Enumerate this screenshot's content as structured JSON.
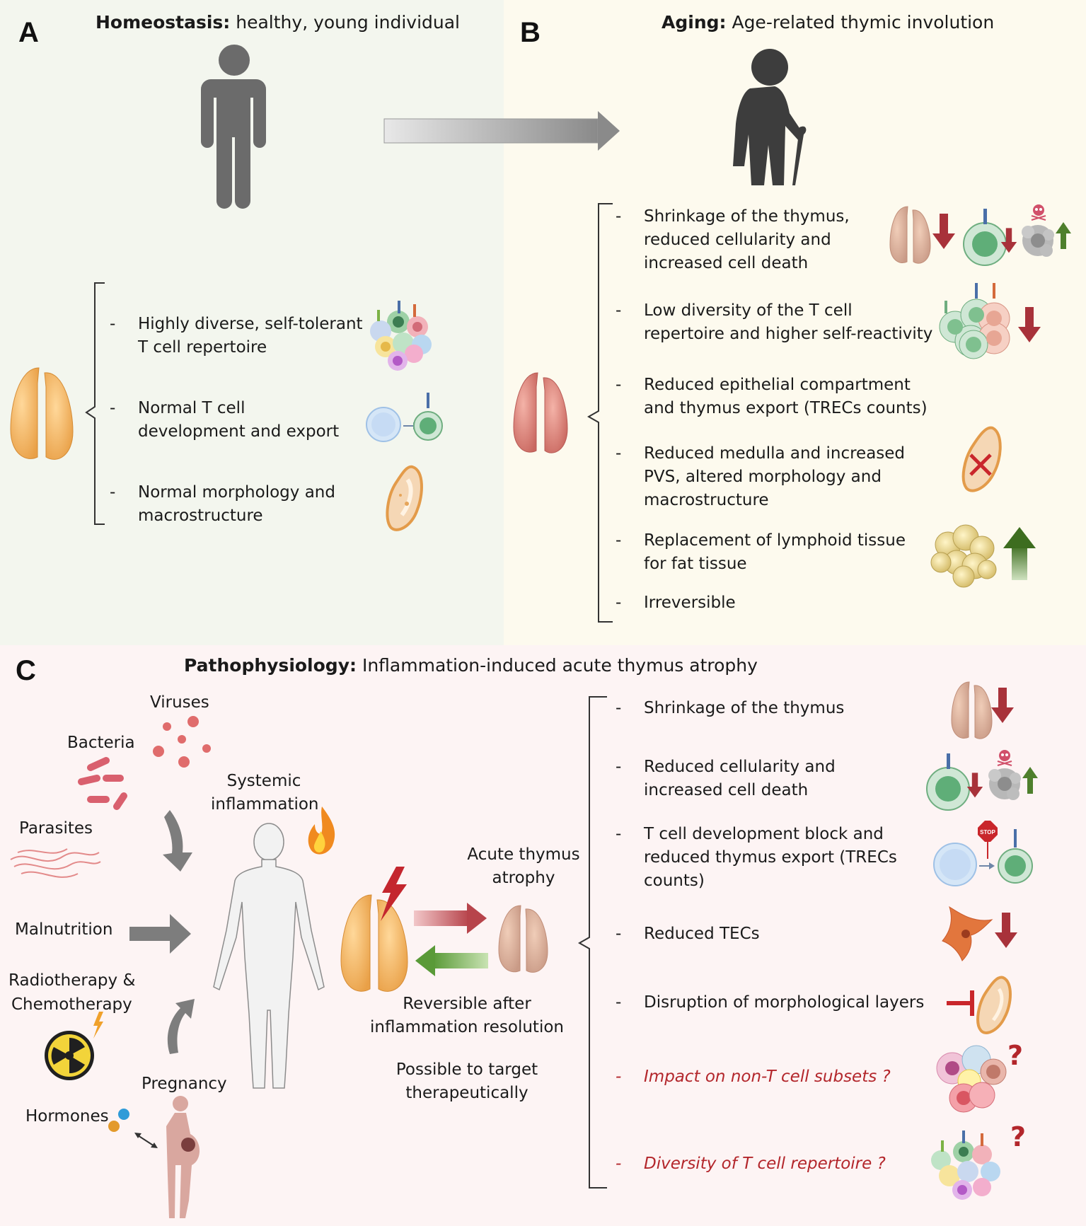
{
  "panel_a": {
    "letter": "A",
    "title_bold": "Homeostasis:",
    "title_rest": " healthy, young individual",
    "items": [
      {
        "text": "Highly diverse, self-tolerant T cell repertoire"
      },
      {
        "text": "Normal T cell development and export"
      },
      {
        "text": "Normal morphology and macrostructure"
      }
    ]
  },
  "panel_b": {
    "letter": "B",
    "title_bold": "Aging:",
    "title_rest": " Age-related thymic involution",
    "items": [
      {
        "text": "Shrinkage of the thymus, reduced cellularity and increased cell death"
      },
      {
        "text": "Low diversity of the T cell repertoire and higher self-reactivity"
      },
      {
        "text": "Reduced epithelial compartment and thymus export (TRECs counts)"
      },
      {
        "text": "Reduced medulla and increased PVS, altered morphology and macrostructure"
      },
      {
        "text": "Replacement of lymphoid tissue for fat tissue"
      },
      {
        "text": "Irreversible"
      }
    ]
  },
  "panel_c": {
    "letter": "C",
    "title_bold": "Pathophysiology:",
    "title_rest": " Inflammation-induced acute thymus atrophy",
    "causes": {
      "viruses": "Viruses",
      "bacteria": "Bacteria",
      "parasites": "Parasites",
      "malnutrition": "Malnutrition",
      "radio": "Radiotherapy &",
      "chemo": "Chemotherapy",
      "pregnancy": "Pregnancy",
      "hormones": "Hormones"
    },
    "systemic": [
      "Systemic",
      "inflammation"
    ],
    "atrophy": [
      "Acute thymus",
      "atrophy"
    ],
    "reversible": [
      "Reversible after",
      "inflammation resolution"
    ],
    "target": [
      "Possible to target",
      "therapeutically"
    ],
    "items": [
      {
        "text": "Shrinkage of the thymus",
        "question": false
      },
      {
        "text": "Reduced cellularity and increased cell death",
        "question": false
      },
      {
        "text": "T cell development block and reduced thymus export (TRECs counts)",
        "question": false
      },
      {
        "text": "Reduced TECs",
        "question": false
      },
      {
        "text": "Disruption of morphological layers",
        "question": false
      },
      {
        "text": "Impact on non-T cell subsets ?",
        "question": true
      },
      {
        "text": "Diversity of T cell repertoire ?",
        "question": true
      }
    ],
    "stop_sign": "STOP"
  },
  "colors": {
    "panel_a_bg": "#f3f6ee",
    "panel_b_bg": "#fdfaee",
    "panel_c_bg": "#fdf4f4",
    "down_arrow": "#a8323a",
    "up_arrow": "#4e7f2c",
    "question": "#b3262b"
  }
}
